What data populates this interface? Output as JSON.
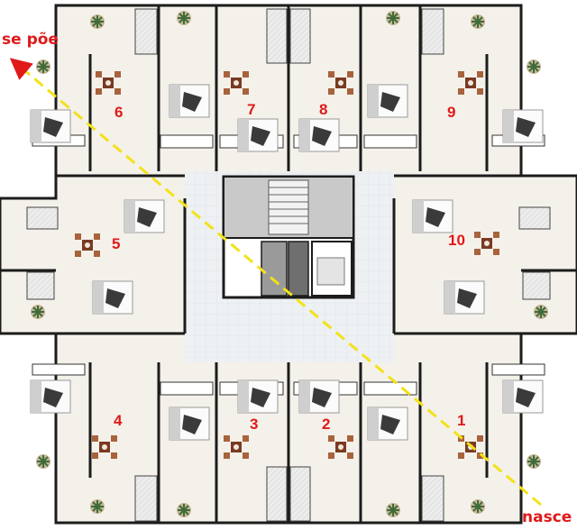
{
  "labels": {
    "sunset": "se põe",
    "sunrise": "nasce"
  },
  "units": [
    {
      "id": "u1",
      "number": "1"
    },
    {
      "id": "u2",
      "number": "2"
    },
    {
      "id": "u3",
      "number": "3"
    },
    {
      "id": "u4",
      "number": "4"
    },
    {
      "id": "u5",
      "number": "5"
    },
    {
      "id": "u6",
      "number": "6"
    },
    {
      "id": "u7",
      "number": "7"
    },
    {
      "id": "u8",
      "number": "8"
    },
    {
      "id": "u9",
      "number": "9"
    },
    {
      "id": "u10",
      "number": "10"
    }
  ],
  "colors": {
    "wall": "#1c1c1c",
    "floor": "#f4f1ea",
    "tile": "#e9edf0",
    "label": "#e01919",
    "sun_path": "#f2e21a",
    "elevator": "#9a9a9a",
    "furniture_wood": "#7a3a22"
  }
}
